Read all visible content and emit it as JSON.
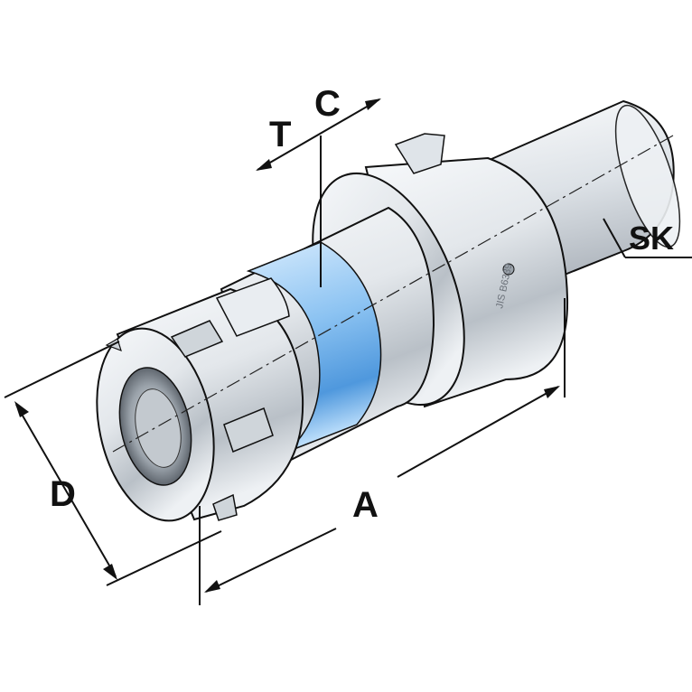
{
  "labels": {
    "t": "T",
    "c": "C",
    "sk": "SK",
    "d": "D",
    "a": "A"
  },
  "engraving": "JIS B6339",
  "colors": {
    "line": "#111111",
    "steel_light": "#f4f6f8",
    "steel_mid": "#c9ced4",
    "steel_dark": "#8a9098",
    "blue_band": "#5aa6e8",
    "blue_band_light": "#cfe6fb"
  }
}
